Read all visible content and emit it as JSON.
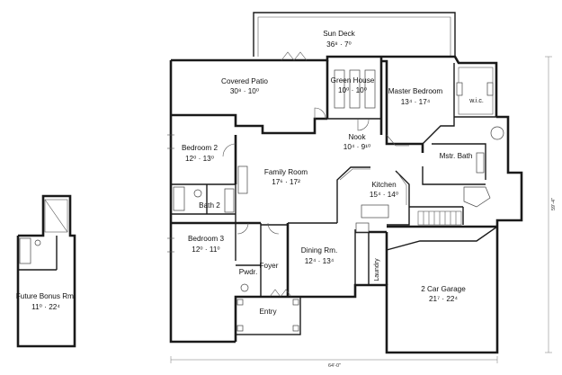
{
  "rooms": {
    "sun_deck": {
      "name": "Sun Deck",
      "size": "36⁸ · 7⁰"
    },
    "covered_patio": {
      "name": "Covered Patio",
      "size": "30⁸ · 10⁰"
    },
    "green_house": {
      "name": "Green House",
      "size": "10⁰ · 10⁰"
    },
    "master_bedroom": {
      "name": "Master Bedroom",
      "size": "13⁴ · 17⁴"
    },
    "wic": {
      "name": "w.i.c.",
      "size": ""
    },
    "nook": {
      "name": "Nook",
      "size": "10⁴ · 9¹⁰"
    },
    "bedroom2": {
      "name": "Bedroom 2",
      "size": "12⁰ · 13⁰"
    },
    "family_room": {
      "name": "Family Room",
      "size": "17⁶ · 17²"
    },
    "kitchen": {
      "name": "Kitchen",
      "size": "15⁴ · 14⁰"
    },
    "mstr_bath": {
      "name": "Mstr. Bath",
      "size": ""
    },
    "bath2": {
      "name": "Bath 2",
      "size": ""
    },
    "bedroom3": {
      "name": "Bedroom 3",
      "size": "12⁰ · 11⁰"
    },
    "foyer": {
      "name": "Foyer",
      "size": ""
    },
    "pwdr": {
      "name": "Pwdr.",
      "size": ""
    },
    "dining": {
      "name": "Dining Rm.",
      "size": "12⁴ · 13⁴"
    },
    "laundry": {
      "name": "Laundry",
      "size": ""
    },
    "garage": {
      "name": "2 Car Garage",
      "size": "21⁷ · 22⁴"
    },
    "entry": {
      "name": "Entry",
      "size": ""
    },
    "bonus": {
      "name": "Future Bonus Rm.",
      "size": "11⁰ · 22⁴"
    }
  },
  "dimensions": {
    "overall_width": "64'-0\"",
    "overall_depth": "59'-4\""
  }
}
